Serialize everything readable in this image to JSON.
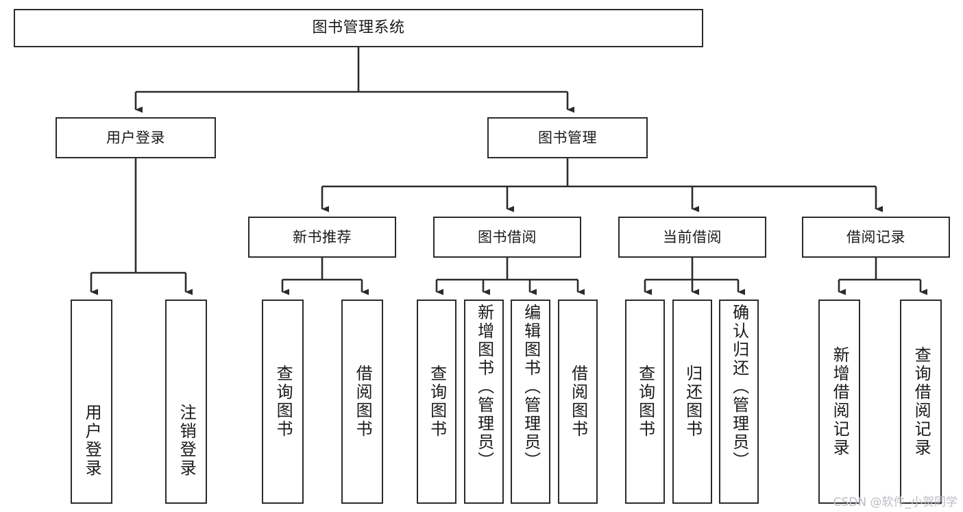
{
  "diagram": {
    "title": "图书管理系统",
    "type": "tree-hierarchy-chart",
    "colors": {
      "box_border": "#2b2b2b",
      "connector": "#2b2b2b",
      "background": "#ffffff",
      "text": "#1a1a1a",
      "watermark": "#b9bcc2"
    }
  },
  "watermark": {
    "text": "CSDN @软件_小贺同学"
  },
  "nodes": {
    "root": {
      "label": "图书管理系统"
    },
    "level2": [
      {
        "label": "用户登录"
      },
      {
        "label": "图书管理"
      }
    ],
    "level3": [
      {
        "label": "新书推荐"
      },
      {
        "label": "图书借阅"
      },
      {
        "label": "当前借阅"
      },
      {
        "label": "借阅记录"
      }
    ],
    "leaves": {
      "user_login": [
        {
          "label": "用户登录"
        },
        {
          "label": "注销登录"
        }
      ],
      "new_book_recommend": [
        {
          "label": "查询图书"
        },
        {
          "label": "借阅图书"
        }
      ],
      "book_borrow": [
        {
          "label": "查询图书"
        },
        {
          "label": "新增图书（管理员）"
        },
        {
          "label": "编辑图书（管理员）"
        },
        {
          "label": "借阅图书"
        }
      ],
      "current_borrow": [
        {
          "label": "查询图书"
        },
        {
          "label": "归还图书"
        },
        {
          "label": "确认归还（管理员）"
        }
      ],
      "borrow_record": [
        {
          "label": "新增借阅记录"
        },
        {
          "label": "查询借阅记录"
        }
      ]
    }
  }
}
